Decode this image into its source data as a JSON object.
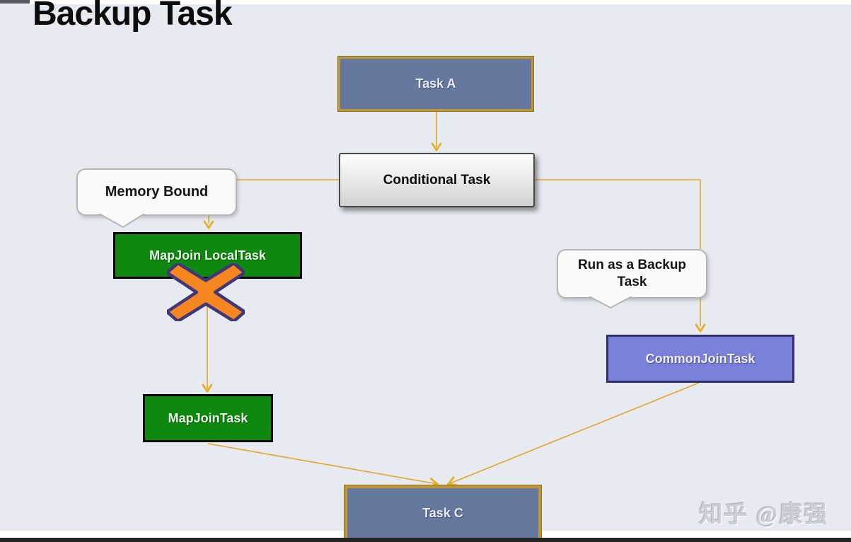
{
  "title": "Backup Task",
  "nodes": {
    "task_a": {
      "label": "Task A",
      "type": "task",
      "fill": "#66789d",
      "border": "#bd9733"
    },
    "conditional": {
      "label": "Conditional Task",
      "type": "conditional",
      "fill": "#ffffff-#d2d2d2",
      "border": "#4a4a4a"
    },
    "mapjoin_local": {
      "label": "MapJoin LocalTask",
      "type": "task",
      "fill": "#0e880e",
      "border": "#000000"
    },
    "mapjoin": {
      "label": "MapJoinTask",
      "type": "task",
      "fill": "#0e880e",
      "border": "#000000"
    },
    "common_join": {
      "label": "CommonJoinTask",
      "type": "task",
      "fill": "#7b80d8",
      "border": "#2d2f70"
    },
    "task_c": {
      "label": "Task C",
      "type": "task",
      "fill": "#66789d",
      "border": "#bd9733"
    }
  },
  "callouts": {
    "memory_bound": {
      "label": "Memory Bound"
    },
    "backup": {
      "label": "Run as a Backup Task"
    }
  },
  "edges": [
    {
      "from": "Task A",
      "to": "Conditional Task"
    },
    {
      "from": "Conditional Task",
      "to": "MapJoin LocalTask",
      "note": "Memory Bound"
    },
    {
      "from": "Conditional Task",
      "to": "CommonJoinTask",
      "note": "Run as a Backup Task"
    },
    {
      "from": "MapJoin LocalTask",
      "to": "MapJoinTask",
      "status": "crossed-out"
    },
    {
      "from": "MapJoinTask",
      "to": "Task C"
    },
    {
      "from": "CommonJoinTask",
      "to": "Task C"
    }
  ],
  "cross_out": {
    "meaning": "failed / cancelled path",
    "fill": "#f6861f",
    "stroke": "#3f3779"
  },
  "watermark": {
    "text": "知乎 @康强"
  },
  "colors": {
    "bg": "#e7eaf1",
    "connector": "#e0a826",
    "slate-fill": "#66789d",
    "gold-border": "#bd9733",
    "green-fill": "#0e880e",
    "purple-fill": "#7b80d8",
    "purple-border": "#2d2f70",
    "x-fill": "#f6861f",
    "x-stroke": "#3f3779",
    "bottom-bar": "#252525",
    "watermark": "#ccd0d9"
  }
}
